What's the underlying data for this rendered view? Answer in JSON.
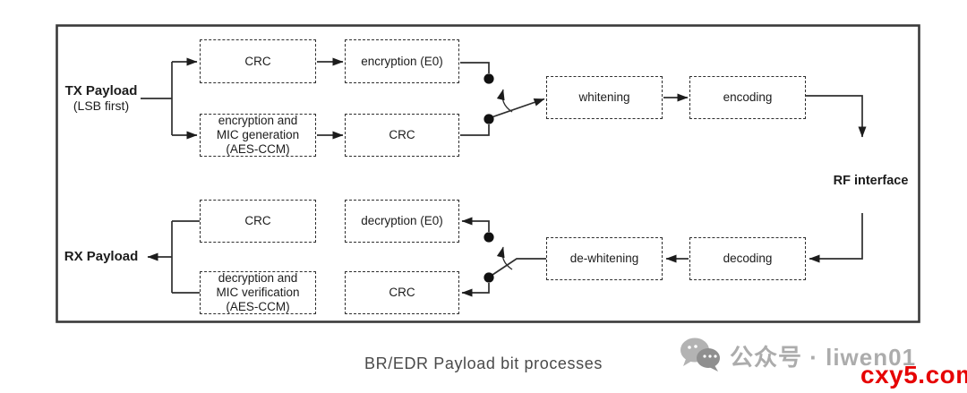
{
  "diagram": {
    "tx_label": "TX Payload",
    "tx_sublabel": "(LSB first)",
    "rx_label": "RX Payload",
    "rf_label": "RF interface",
    "boxes": {
      "tx_crc_top": "CRC",
      "tx_encryption": "encryption (E0)",
      "tx_enc_mic": "encryption and\nMIC generation\n(AES-CCM)",
      "tx_crc_bottom": "CRC",
      "whitening": "whitening",
      "encoding": "encoding",
      "rx_crc_top": "CRC",
      "rx_decryption": "decryption (E0)",
      "rx_dec_mic": "decryption and\nMIC verification\n(AES-CCM)",
      "rx_crc_bottom": "CRC",
      "dewhitening": "de-whitening",
      "decoding": "decoding"
    }
  },
  "caption": "BR/EDR Payload bit processes",
  "watermark": {
    "account": "公众号 · liwen01",
    "site": "cxy5.com",
    "icon": "wechat-icon",
    "gray": "#9e9e9e",
    "red": "#e60404"
  },
  "colors": {
    "line": "#2e2e2e",
    "frame": "#3a3a3a",
    "text": "#1c1c1c",
    "caption": "#4a4a4a"
  }
}
